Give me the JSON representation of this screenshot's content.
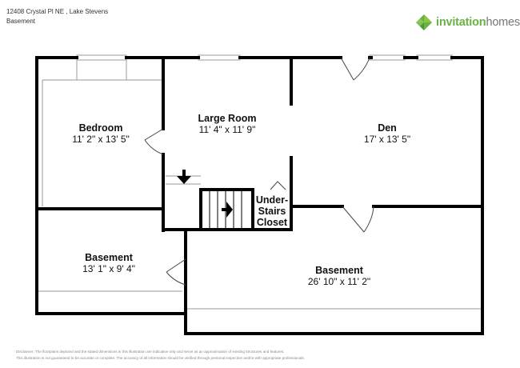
{
  "header": {
    "address": "12408 Crystal Pl NE , Lake Stevens",
    "level": "Basement"
  },
  "brand": {
    "name_part1": "invitation",
    "name_part2": "homes",
    "logo_icon": "diamond-logo-icon",
    "color": "#69b246"
  },
  "rooms": {
    "bedroom": {
      "name": "Bedroom",
      "dims": "11' 2\" x 13' 5\""
    },
    "large_room": {
      "name": "Large Room",
      "dims": "11' 4\" x 11' 9\""
    },
    "den": {
      "name": "Den",
      "dims": "17' x 13' 5\""
    },
    "closet": {
      "line1": "Under-",
      "line2": "Stairs",
      "line3": "Closet"
    },
    "basement_small": {
      "name": "Basement",
      "dims": "13' 1\" x 9' 4\""
    },
    "basement_large": {
      "name": "Basement",
      "dims": "26' 10\" x 11' 2\""
    }
  },
  "disclaimer": {
    "line1": "Disclaimer: The floorplans depicted and the stated dimensions in this illustration are indicative only and serve as an approximation of existing structures and features.",
    "line2": "This illustration is not guaranteed to be accurate or complete. The accuracy of all information should be verified through personal inspection and/or with appropriate professionals."
  },
  "colors": {
    "wall": "#000000",
    "thin_line": "#999999"
  }
}
